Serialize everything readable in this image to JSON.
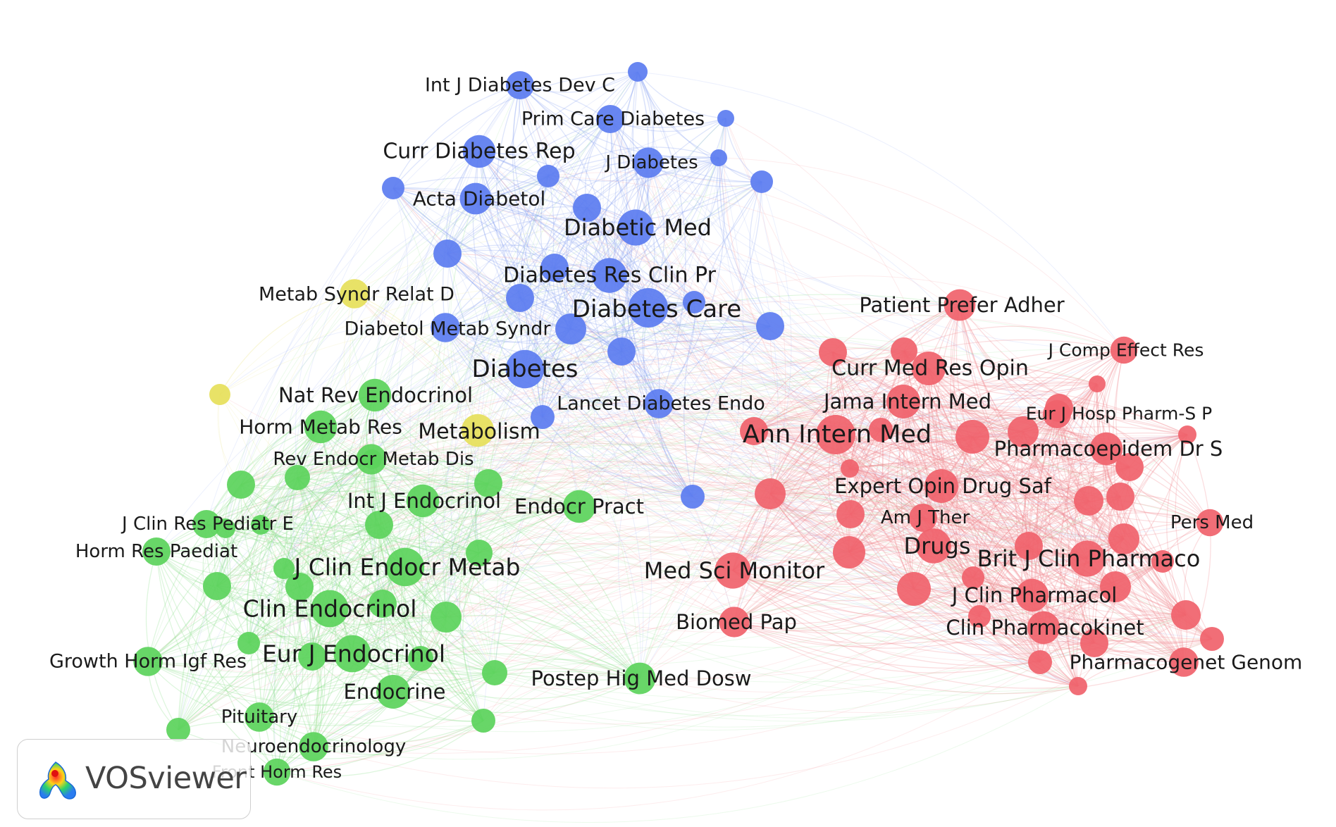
{
  "app": {
    "name": "VOSviewer"
  },
  "colors": {
    "red": "#f0626b",
    "green": "#5bd25b",
    "blue": "#5b7cf0",
    "yellow": "#e6e05a"
  },
  "clusters": [
    "red",
    "green",
    "blue",
    "yellow"
  ],
  "nodes": [
    {
      "id": "diabetes-care",
      "label": "Diabetes Care",
      "cluster": "blue",
      "weight": 1.0
    },
    {
      "id": "diabetes",
      "label": "Diabetes",
      "cluster": "blue",
      "weight": 0.95
    },
    {
      "id": "diabetic-med",
      "label": "Diabetic Med",
      "cluster": "blue",
      "weight": 0.85
    },
    {
      "id": "diabetes-res-clin-pr",
      "label": "Diabetes Res Clin Pr",
      "cluster": "blue",
      "weight": 0.8
    },
    {
      "id": "curr-diabetes-rep",
      "label": "Curr Diabetes Rep",
      "cluster": "blue",
      "weight": 0.7
    },
    {
      "id": "acta-diabetol",
      "label": "Acta Diabetol",
      "cluster": "blue",
      "weight": 0.65
    },
    {
      "id": "j-diabetes",
      "label": "J Diabetes",
      "cluster": "blue",
      "weight": 0.6
    },
    {
      "id": "prim-care-diabetes",
      "label": "Prim Care Diabetes",
      "cluster": "blue",
      "weight": 0.5
    },
    {
      "id": "int-j-diabetes-dev-c",
      "label": "Int J Diabetes Dev C",
      "cluster": "blue",
      "weight": 0.5
    },
    {
      "id": "diabetol-metab-syndr",
      "label": "Diabetol Metab Syndr",
      "cluster": "blue",
      "weight": 0.55
    },
    {
      "id": "lancet-diabetes-endo",
      "label": "Lancet Diabetes Endo",
      "cluster": "blue",
      "weight": 0.55
    },
    {
      "id": "metabolism",
      "label": "Metabolism",
      "cluster": "yellow",
      "weight": 0.7
    },
    {
      "id": "metab-syndr-relat-d",
      "label": "Metab Syndr Relat D",
      "cluster": "yellow",
      "weight": 0.55
    },
    {
      "id": "ann-intern-med",
      "label": "Ann Intern Med",
      "cluster": "red",
      "weight": 1.0
    },
    {
      "id": "jama-intern-med",
      "label": "Jama Intern Med",
      "cluster": "red",
      "weight": 0.75
    },
    {
      "id": "curr-med-res-opin",
      "label": "Curr Med Res Opin",
      "cluster": "red",
      "weight": 0.75
    },
    {
      "id": "patient-prefer-adher",
      "label": "Patient Prefer Adher",
      "cluster": "red",
      "weight": 0.65
    },
    {
      "id": "j-comp-effect-res",
      "label": "J Comp Effect Res",
      "cluster": "red",
      "weight": 0.45
    },
    {
      "id": "eur-j-hosp-pharm-s-p",
      "label": "Eur J Hosp Pharm-S P",
      "cluster": "red",
      "weight": 0.5
    },
    {
      "id": "pharmacoepidem-dr-s",
      "label": "Pharmacoepidem Dr S",
      "cluster": "red",
      "weight": 0.7
    },
    {
      "id": "expert-opin-drug-saf",
      "label": "Expert Opin Drug Saf",
      "cluster": "red",
      "weight": 0.75
    },
    {
      "id": "am-j-ther",
      "label": "Am J Ther",
      "cluster": "red",
      "weight": 0.5
    },
    {
      "id": "drugs",
      "label": "Drugs",
      "cluster": "red",
      "weight": 0.8
    },
    {
      "id": "brit-j-clin-pharmaco",
      "label": "Brit J Clin Pharmaco",
      "cluster": "red",
      "weight": 0.85
    },
    {
      "id": "pers-med",
      "label": "Pers Med",
      "cluster": "red",
      "weight": 0.45
    },
    {
      "id": "med-sci-monitor",
      "label": "Med Sci Monitor",
      "cluster": "red",
      "weight": 0.85
    },
    {
      "id": "j-clin-pharmacol",
      "label": "J Clin Pharmacol",
      "cluster": "red",
      "weight": 0.7
    },
    {
      "id": "clin-pharmacokinet",
      "label": "Clin Pharmacokinet",
      "cluster": "red",
      "weight": 0.7
    },
    {
      "id": "biomed-pap",
      "label": "Biomed Pap",
      "cluster": "red",
      "weight": 0.6
    },
    {
      "id": "pharmacogenet-genom",
      "label": "Pharmacogenet Genom",
      "cluster": "red",
      "weight": 0.55
    },
    {
      "id": "nat-rev-endocrinol",
      "label": "Nat Rev Endocrinol",
      "cluster": "green",
      "weight": 0.7
    },
    {
      "id": "horm-metab-res",
      "label": "Horm Metab Res",
      "cluster": "green",
      "weight": 0.7
    },
    {
      "id": "rev-endocr-metab-dis",
      "label": "Rev Endocr Metab Dis",
      "cluster": "green",
      "weight": 0.6
    },
    {
      "id": "int-j-endocrinol",
      "label": "Int J Endocrinol",
      "cluster": "green",
      "weight": 0.7
    },
    {
      "id": "endocr-pract",
      "label": "Endocr Pract",
      "cluster": "green",
      "weight": 0.7
    },
    {
      "id": "j-clin-res-pediatr-e",
      "label": "J Clin Res Pediatr E",
      "cluster": "green",
      "weight": 0.5
    },
    {
      "id": "horm-res-paediat",
      "label": "Horm Res Paediat",
      "cluster": "green",
      "weight": 0.5
    },
    {
      "id": "j-clin-endocr-metab",
      "label": "J Clin Endocr Metab",
      "cluster": "green",
      "weight": 0.95
    },
    {
      "id": "clin-endocrinol",
      "label": "Clin Endocrinol",
      "cluster": "green",
      "weight": 0.9
    },
    {
      "id": "eur-j-endocrinol",
      "label": "Eur J Endocrinol",
      "cluster": "green",
      "weight": 0.9
    },
    {
      "id": "growth-horm-igf-res",
      "label": "Growth Horm Igf Res",
      "cluster": "green",
      "weight": 0.55
    },
    {
      "id": "endocrine",
      "label": "Endocrine",
      "cluster": "green",
      "weight": 0.75
    },
    {
      "id": "postep-hig-med-dosw",
      "label": "Postep Hig Med Dosw",
      "cluster": "green",
      "weight": 0.65
    },
    {
      "id": "pituitary",
      "label": "Pituitary",
      "cluster": "green",
      "weight": 0.55
    },
    {
      "id": "neuroendocrinology",
      "label": "Neuroendocrinology",
      "cluster": "green",
      "weight": 0.55
    },
    {
      "id": "front-horm-res",
      "label": "Front Horm Res",
      "cluster": "green",
      "weight": 0.45
    }
  ]
}
